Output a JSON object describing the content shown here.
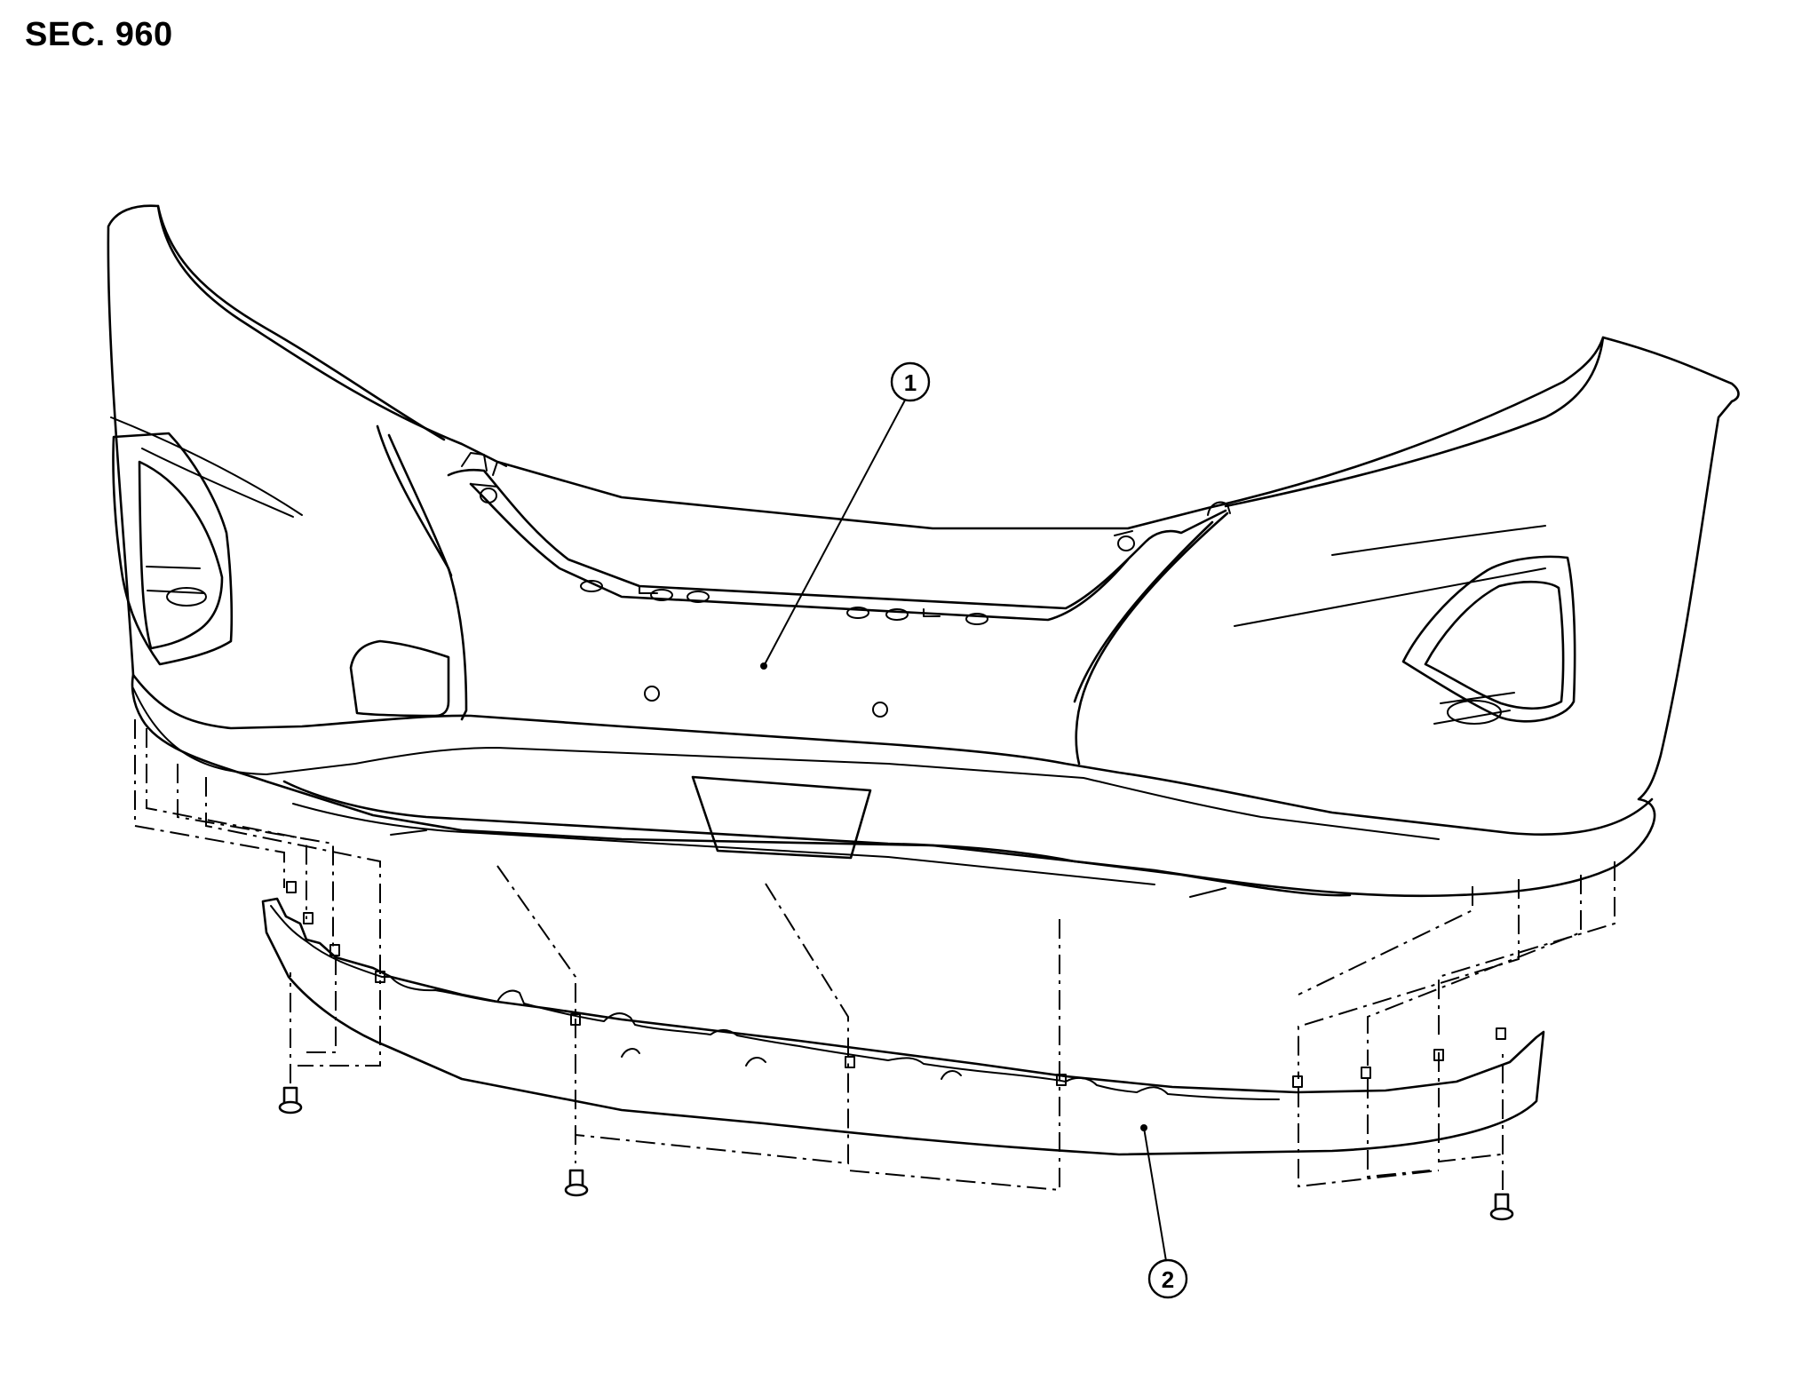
{
  "section": {
    "label": "SEC. 960"
  },
  "callouts": [
    {
      "number": "1"
    },
    {
      "number": "2"
    }
  ]
}
